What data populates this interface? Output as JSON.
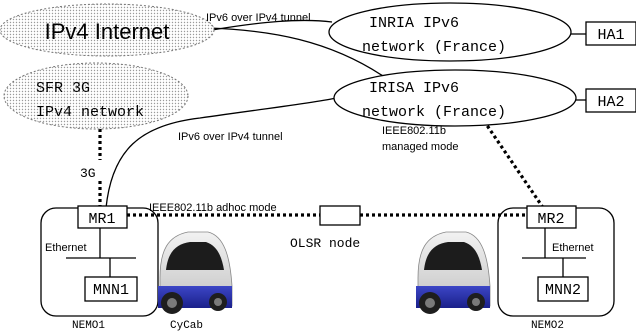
{
  "clouds": {
    "ipv4_internet": "IPv4 Internet",
    "sfr_line1": "SFR 3G",
    "sfr_line2": "IPv4 network",
    "inria_line1": "INRIA IPv6",
    "inria_line2": "network (France)",
    "irisa_line1": "IRISA IPv6",
    "irisa_line2": "network (France)"
  },
  "home_agents": {
    "ha1": "HA1",
    "ha2": "HA2"
  },
  "links": {
    "tunnel_top": "IPv6 over IPv4 tunnel",
    "tunnel_mid": "IPv6 over IPv4 tunnel",
    "managed_line1": "IEEE802.11b",
    "managed_line2": "managed mode",
    "adhoc": "IEEE802.11b adhoc mode",
    "three_g": "3G"
  },
  "nodes": {
    "mr1": "MR1",
    "mr2": "MR2",
    "mnn1": "MNN1",
    "mnn2": "MNN2",
    "olsr": "OLSR node",
    "ethernet1": "Ethernet",
    "ethernet2": "Ethernet"
  },
  "networks": {
    "nemo1": "NEMO1",
    "nemo2": "NEMO2",
    "cycab": "CyCab"
  }
}
